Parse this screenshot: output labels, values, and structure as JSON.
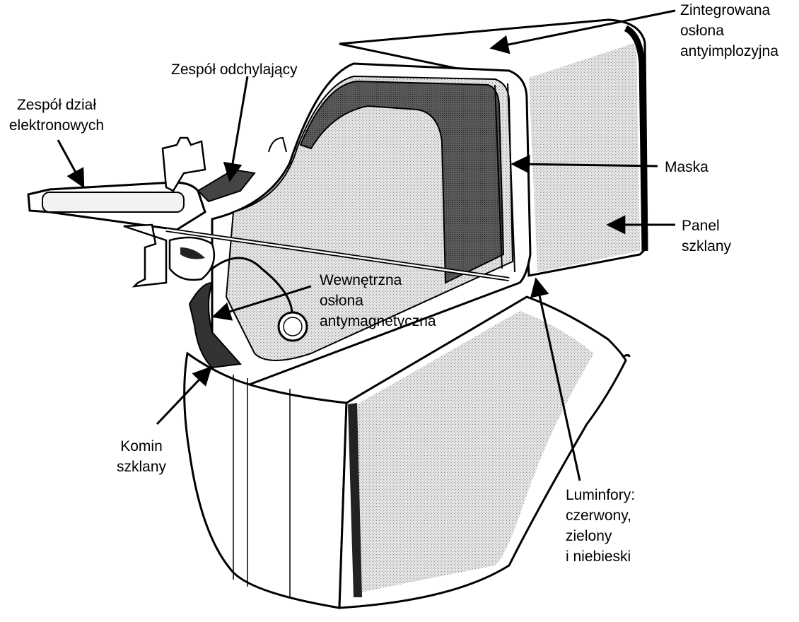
{
  "labels": {
    "electron_guns": [
      "Zespół dział",
      "elektronowych"
    ],
    "deflection_yoke": [
      "Zespół odchylający"
    ],
    "implosion_band": [
      "Zintegrowana",
      "osłona",
      "antyimplozyjna"
    ],
    "shadow_mask": [
      "Maska"
    ],
    "glass_panel": [
      "Panel",
      "szklany"
    ],
    "magnetic_shield": [
      "Wewnętrzna",
      "osłona",
      "antymagnetyczna"
    ],
    "glass_funnel": [
      "Komin",
      "szklany"
    ],
    "phosphors": [
      "Luminfory:",
      "czerwony,",
      "zielony",
      "i niebieski"
    ]
  }
}
